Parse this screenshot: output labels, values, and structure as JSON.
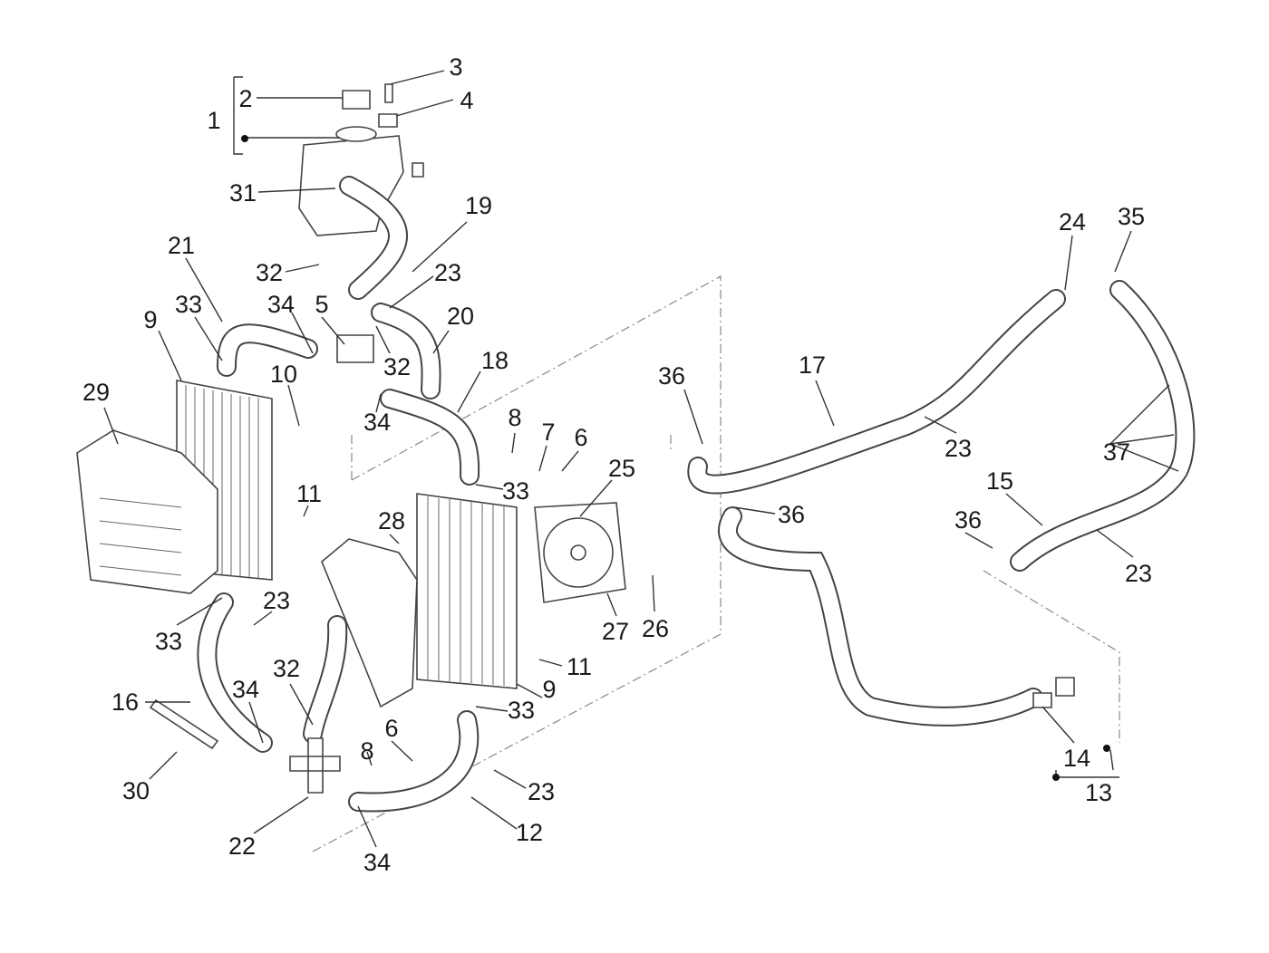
{
  "diagram": {
    "type": "exploded parts diagram - cooling system",
    "callouts": [
      "1",
      "2",
      "3",
      "4",
      "31",
      "19",
      "21",
      "32",
      "23",
      "34",
      "5",
      "33",
      "9",
      "20",
      "32",
      "18",
      "10",
      "29",
      "34",
      "8",
      "7",
      "6",
      "25",
      "33",
      "11",
      "28",
      "23",
      "33",
      "27",
      "26",
      "11",
      "32",
      "34",
      "9",
      "33",
      "16",
      "6",
      "8",
      "30",
      "23",
      "12",
      "22",
      "34",
      "24",
      "35",
      "17",
      "36",
      "23",
      "37",
      "15",
      "36",
      "36",
      "23",
      "14",
      "13"
    ]
  }
}
